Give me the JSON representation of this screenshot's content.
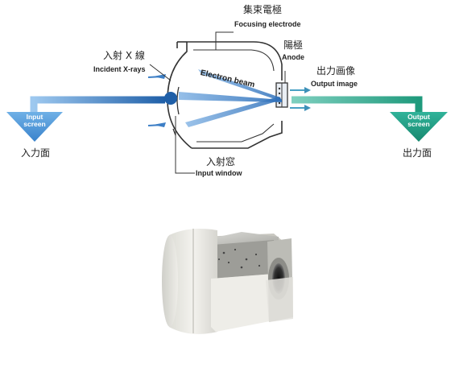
{
  "diagram": {
    "focusing_electrode": {
      "jp": "集束電極",
      "en": "Focusing electrode"
    },
    "anode": {
      "jp": "陽極",
      "en": "Anode"
    },
    "incident_xrays": {
      "jp": "入射 X 線",
      "en": "Incident X-rays"
    },
    "electron_beam": {
      "en": "Electron beam"
    },
    "output_image": {
      "jp": "出力画像",
      "en": "Output image"
    },
    "input_window": {
      "jp": "入射窓",
      "en": "Input window"
    },
    "input_screen": {
      "line1": "Input",
      "line2": "screen",
      "caption_jp": "入力面"
    },
    "output_screen": {
      "line1": "Output",
      "line2": "screen",
      "caption_jp": "出力面"
    }
  },
  "product_photo": {
    "name": "image-intensifier-device"
  },
  "colors": {
    "input_blue": "#4c92d2",
    "tube_dark_blue": "#1f5fa8",
    "output_teal": "#2fa38a",
    "line": "#333333"
  }
}
